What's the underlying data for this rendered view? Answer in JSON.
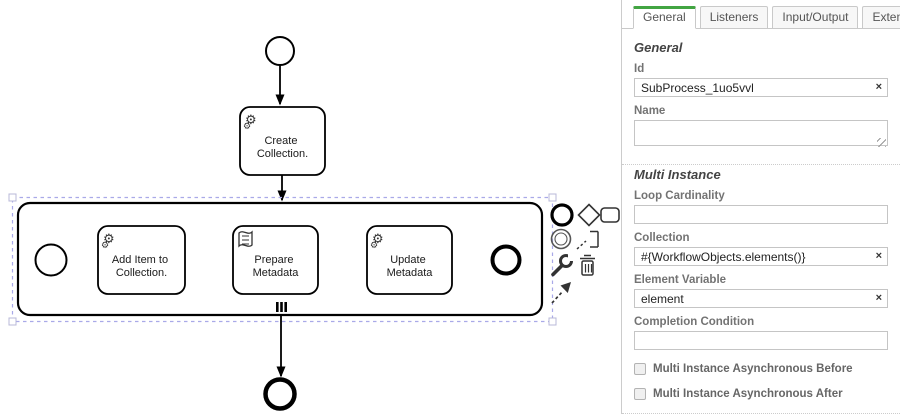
{
  "diagram": {
    "start_event": {
      "name": "start-event"
    },
    "tasks": [
      {
        "id": "create-collection",
        "type": "service",
        "lines": [
          "Create",
          "Collection."
        ]
      },
      {
        "id": "add-item-to-collection",
        "type": "service",
        "lines": [
          "Add Item to",
          "Collection."
        ]
      },
      {
        "id": "prepare-metadata",
        "type": "script",
        "lines": [
          "Prepare",
          "Metadata"
        ]
      },
      {
        "id": "update-metadata",
        "type": "service",
        "lines": [
          "Update",
          "Metadata"
        ]
      }
    ],
    "subprocess": {
      "marker": "parallel-multi-instance",
      "selected": true
    },
    "context_pad": [
      "append-end-event",
      "append-gateway",
      "append-task",
      "append-intermediate-event",
      "append-text-annotation",
      "change-type-wrench",
      "delete-trash",
      "connect-tool"
    ]
  },
  "panel": {
    "tabs": [
      {
        "label": "General",
        "active": true
      },
      {
        "label": "Listeners",
        "active": false
      },
      {
        "label": "Input/Output",
        "active": false
      },
      {
        "label": "Extensions",
        "active": false
      }
    ],
    "general": {
      "title": "General",
      "id_label": "Id",
      "id_value": "SubProcess_1uo5vvl",
      "name_label": "Name",
      "name_value": ""
    },
    "multi_instance": {
      "title": "Multi Instance",
      "loop_cardinality_label": "Loop Cardinality",
      "loop_cardinality_value": "",
      "collection_label": "Collection",
      "collection_value": "#{WorkflowObjects.elements()}",
      "element_variable_label": "Element Variable",
      "element_variable_value": "element",
      "completion_condition_label": "Completion Condition",
      "completion_condition_value": "",
      "async_before_label": "Multi Instance Asynchronous Before",
      "async_after_label": "Multi Instance Asynchronous After",
      "async_before_checked": false,
      "async_after_checked": false
    },
    "clear_icon": "×"
  },
  "colors": {
    "accent_green": "#42a542",
    "selection_stroke": "#a9a9e8",
    "shape_stroke": "#000000",
    "icon_gray": "#333333"
  }
}
